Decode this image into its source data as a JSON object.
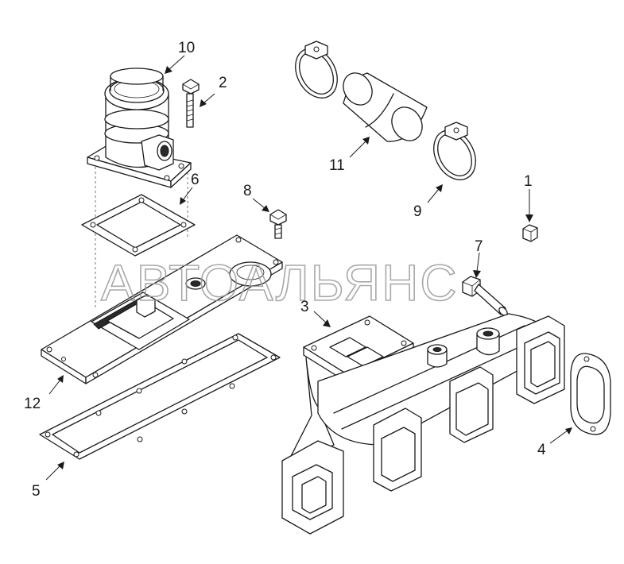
{
  "watermark": "АВТОАЛЬЯНС",
  "callouts": [
    {
      "id": "1",
      "label": "1"
    },
    {
      "id": "2",
      "label": "2"
    },
    {
      "id": "3",
      "label": "3"
    },
    {
      "id": "4",
      "label": "4"
    },
    {
      "id": "5",
      "label": "5"
    },
    {
      "id": "6",
      "label": "6"
    },
    {
      "id": "7",
      "label": "7"
    },
    {
      "id": "8",
      "label": "8"
    },
    {
      "id": "9",
      "label": "9"
    },
    {
      "id": "10",
      "label": "10"
    },
    {
      "id": "11",
      "label": "11"
    },
    {
      "id": "12",
      "label": "12"
    }
  ]
}
